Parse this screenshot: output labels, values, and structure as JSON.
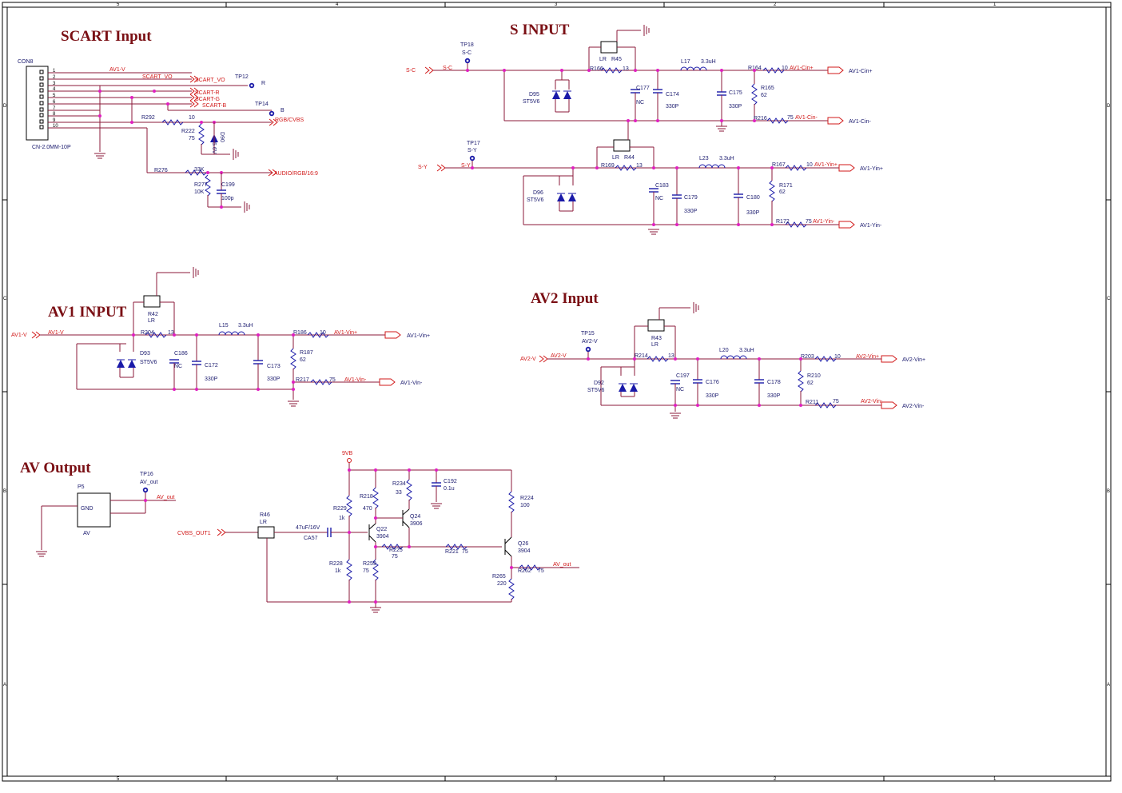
{
  "titles": {
    "scart": "SCART Input",
    "sinput": "S INPUT",
    "av1": "AV1 INPUT",
    "av2": "AV2 Input",
    "avout": "AV Output"
  },
  "border": {
    "cols": [
      "5",
      "4",
      "3",
      "2",
      "1"
    ],
    "rows": [
      "D",
      "C",
      "B",
      "A"
    ]
  },
  "scart": {
    "connector": "CON8",
    "footprint": "CN-2.0MM-10P",
    "pins": [
      "1",
      "2",
      "3",
      "4",
      "5",
      "6",
      "7",
      "8",
      "9",
      "10"
    ],
    "nets": {
      "av1v": "AV1-V",
      "scart_vo": "SCART_VO",
      "scart_vo2": "SCART_VO",
      "scart_r": "SCART-R",
      "scart_g": "SCART-G",
      "scart_b": "SCART-B",
      "rgb_cvbs": "RGB/CVBS",
      "audio": "AUDIO/RGB/16:9"
    },
    "tp12": "TP12",
    "tp12_net": "R",
    "tp14": "TP14",
    "tp14_net": "B",
    "r292": "R292",
    "r292_v": "10",
    "r222": "R222",
    "r222_v": "75",
    "d90": "D90",
    "d90_v": "5.6V",
    "r276": "R276",
    "r276_v": "33K",
    "r277": "R277",
    "r277_v": "10K",
    "c199": "C199",
    "c199_v": "100p"
  },
  "sinput": {
    "in_c": "S-C",
    "in_c2": "S-C",
    "tp18": "TP18",
    "tp18_net": "S-C",
    "in_y": "S-Y",
    "in_y2": "S-Y",
    "tp17": "TP17",
    "tp17_net": "S-Y",
    "r45": "R45",
    "r45_v": "LR",
    "r44": "R44",
    "r44_v": "LR",
    "r166": "R166",
    "r166_v": "13",
    "r169": "R169",
    "r169_v": "13",
    "d95": "D95",
    "d95_v": "ST5V6",
    "d96": "D96",
    "d96_v": "ST5V6",
    "c177": "C177",
    "c177_v": "NC",
    "c174": "C174",
    "c174_v": "330P",
    "c175": "C175",
    "c175_v": "330P",
    "c183": "C183",
    "c183_v": "NC",
    "c179": "C179",
    "c179_v": "330P",
    "c180": "C180",
    "c180_v": "330P",
    "l17": "L17",
    "l17_v": "3.3uH",
    "l23": "L23",
    "l23_v": "3.3uH",
    "r164": "R164",
    "r164_v": "10",
    "r165": "R165",
    "r165_v": "62",
    "r216": "R216",
    "r216_v": "75",
    "r167": "R167",
    "r167_v": "10",
    "r171": "R171",
    "r171_v": "62",
    "r172": "R172",
    "r172_v": "75",
    "net_cin_p": "AV1-Cin+",
    "port_cin_p": "AV1-Cin+",
    "net_cin_m": "AV1-Cin-",
    "port_cin_m": "AV1-Cin-",
    "net_yin_p": "AV1-Yin+",
    "port_yin_p": "AV1-Yin+",
    "net_yin_m": "AV1-Yin-",
    "port_yin_m": "AV1-Yin-"
  },
  "av1": {
    "in": "AV1-V",
    "in2": "AV1-V",
    "r42": "R42",
    "r42_v": "LR",
    "r204": "R204",
    "r204_v": "13",
    "d93": "D93",
    "d93_v": "ST5V6",
    "c186": "C186",
    "c186_v": "NC",
    "c172": "C172",
    "c172_v": "330P",
    "c173": "C173",
    "c173_v": "330P",
    "l15": "L15",
    "l15_v": "3.3uH",
    "r186": "R186",
    "r186_v": "10",
    "r187": "R187",
    "r187_v": "62",
    "r217": "R217",
    "r217_v": "75",
    "net_p": "AV1-Vin+",
    "port_p": "AV1-Vin+",
    "net_m": "AV1-Vin-",
    "port_m": "AV1-Vin-"
  },
  "av2": {
    "in": "AV2-V",
    "in2": "AV2-V",
    "tp15": "TP15",
    "tp15_net": "AV2-V",
    "r43": "R43",
    "r43_v": "LR",
    "r214": "R214",
    "r214_v": "13",
    "d92": "D92",
    "d92_v": "ST5V6",
    "c197": "C197",
    "c197_v": "NC",
    "c176": "C176",
    "c176_v": "330P",
    "c178": "C178",
    "c178_v": "330P",
    "l20": "L20",
    "l20_v": "3.3uH",
    "r203": "R203",
    "r203_v": "10",
    "r210": "R210",
    "r210_v": "62",
    "r211": "R211",
    "r211_v": "75",
    "net_p": "AV2-Vin+",
    "port_p": "AV2-Vin+",
    "net_m": "AV2-Vin-",
    "port_m": "AV2-Vin-"
  },
  "avout": {
    "p5": "P5",
    "p5_gnd": "GND",
    "p5_v": "AV",
    "tp16": "TP16",
    "tp16_net": "AV_out",
    "av_out_net": "AV_out",
    "av_out_net2": "AV_out",
    "vcc": "9VB",
    "cvbs": "CVBS_OUT1",
    "r46": "R46",
    "r46_v": "LR",
    "ca57": "CA57",
    "ca57_v": "47uF/16V",
    "r229": "R229",
    "r229_v": "1k",
    "r228": "R228",
    "r228_v": "1k",
    "r218": "R218",
    "r218_v": "470",
    "r259": "R259",
    "r259_v": "75",
    "r234": "R234",
    "r234_v": "33",
    "c192": "C192",
    "c192_v": "0.1u",
    "q22": "Q22",
    "q22_v": "3904",
    "q24": "Q24",
    "q24_v": "3906",
    "q26": "Q26",
    "q26_v": "3904",
    "r225": "R225",
    "r225_v": "75",
    "r221": "R221",
    "r221_v": "75",
    "r224": "R224",
    "r224_v": "100",
    "r265": "R265",
    "r265_v": "220",
    "r262": "R262",
    "r262_v": "75"
  }
}
